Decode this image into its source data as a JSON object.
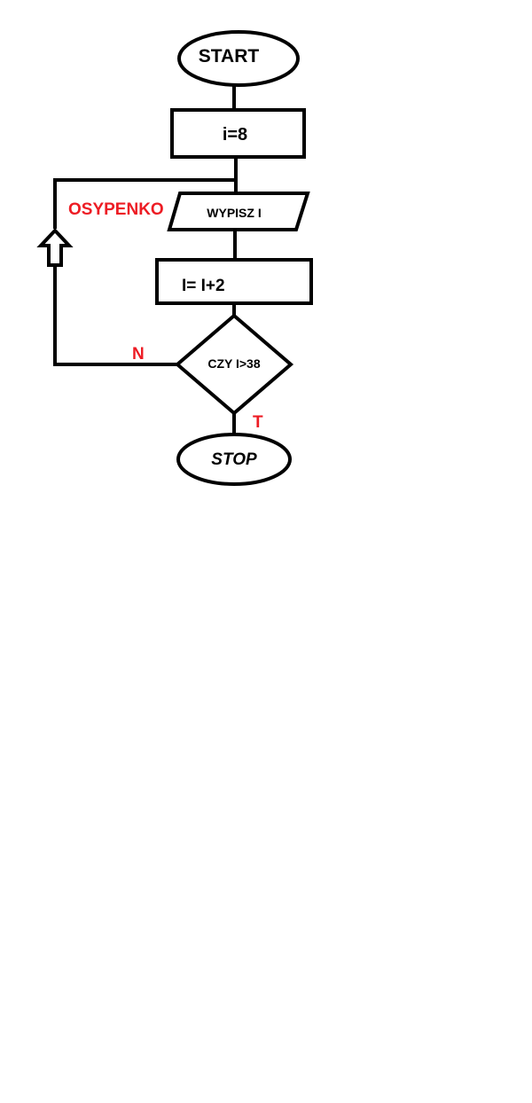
{
  "nodes": {
    "start": "START",
    "init": "i=8",
    "output": "WYPISZ I",
    "increment": "I= I+2",
    "decision": "CZY I>38",
    "stop": "STOP"
  },
  "labels": {
    "author": "OSYPENKO",
    "no_branch": "N",
    "yes_branch": "T"
  },
  "colors": {
    "stroke": "#000000",
    "label_red": "#ed1c24",
    "background": "#ffffff"
  }
}
